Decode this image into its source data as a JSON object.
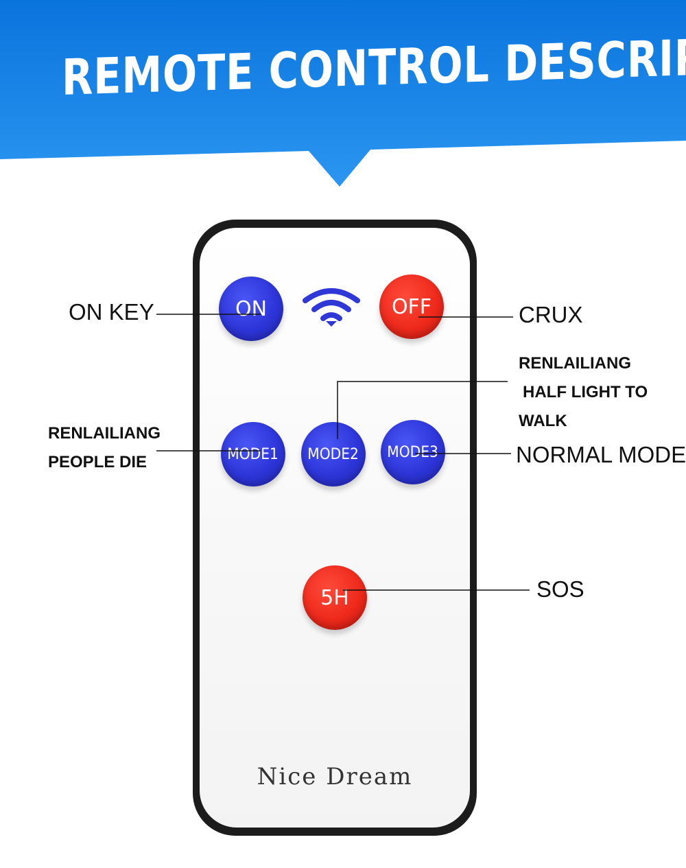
{
  "banner": {
    "title": "REMOTE CONTROL DESCRIPTION",
    "color_top": "#0a7be3",
    "color_bottom": "#2a94ef"
  },
  "remote": {
    "brand": "Nice Dream",
    "buttons": {
      "on": {
        "label": "ON",
        "color": "blue",
        "icon": ""
      },
      "off": {
        "label": "OFF",
        "color": "red"
      },
      "mode1": {
        "label": "MODE1",
        "color": "blue"
      },
      "mode2": {
        "label": "MODE2",
        "color": "blue"
      },
      "mode3": {
        "label": "MODE3",
        "color": "blue"
      },
      "five_h": {
        "label": "5H",
        "color": "red"
      }
    },
    "signal_icon": "wifi-icon"
  },
  "callouts": {
    "on_key": "ON KEY",
    "crux": "CRUX",
    "mode2_line1": "RENLAILIANG",
    "mode2_line2": "HALF LIGHT TO",
    "mode2_line3": "WALK",
    "mode1_line1": "RENLAILIANG",
    "mode1_line2": "PEOPLE DIE",
    "normal_mode": "NORMAL MODE",
    "sos": "SOS"
  }
}
